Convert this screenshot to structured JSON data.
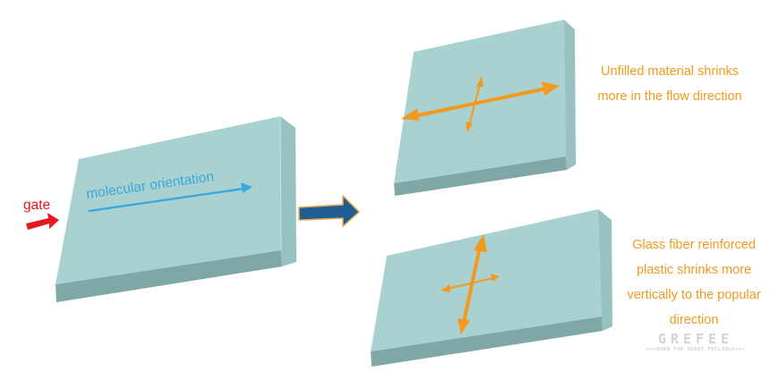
{
  "labels": {
    "gate": "gate",
    "orientation": "molecular orientation"
  },
  "captions": {
    "unfilled": [
      "Unfilled material shrinks",
      "more in the flow direction"
    ],
    "glass_fiber": [
      "Glass fiber reinforced",
      "plastic shrinks more",
      "vertically to the popular",
      "direction"
    ]
  },
  "watermark": {
    "brand": "GREFEE",
    "tagline": ">>>BORN FOR GREAT FEELINGS<<<"
  },
  "colors": {
    "plate_top": "#a9d1d0",
    "plate_side": "#7fa7a6",
    "plate_right": "#96c2c1",
    "gate_arrow": "#e8181e",
    "orientation_arrow": "#3aa8e0",
    "shrink_arrow": "#f39a1e",
    "process_arrow": "#1e5f93",
    "process_arrow_outline": "#e8a24a"
  }
}
